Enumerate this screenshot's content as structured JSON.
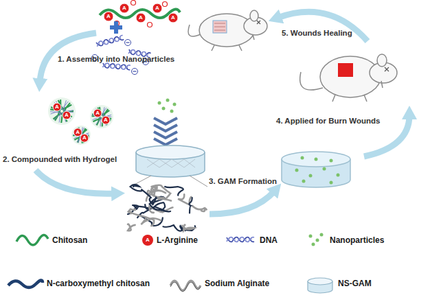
{
  "diagram": {
    "labels": [
      "1. Assembly into Nanoparticles",
      "2. Compounded with Hydrogel",
      "3. GAM Formation",
      "4. Applied for Burn Wounds",
      "5. Wounds Healing",
      "A",
      "A",
      "A",
      "A",
      "A",
      "A",
      "A",
      "A",
      "A",
      "A",
      "A",
      "A"
    ],
    "legend": [
      {
        "text": "Chitosan"
      },
      {
        "text": "L-Arginine"
      },
      {
        "text": "DNA"
      },
      {
        "text": "Nanoparticles"
      },
      {
        "text": "N-carboxymethyl chitosan"
      },
      {
        "text": "Sodium Alginate"
      },
      {
        "text": "NS-GAM"
      }
    ]
  }
}
